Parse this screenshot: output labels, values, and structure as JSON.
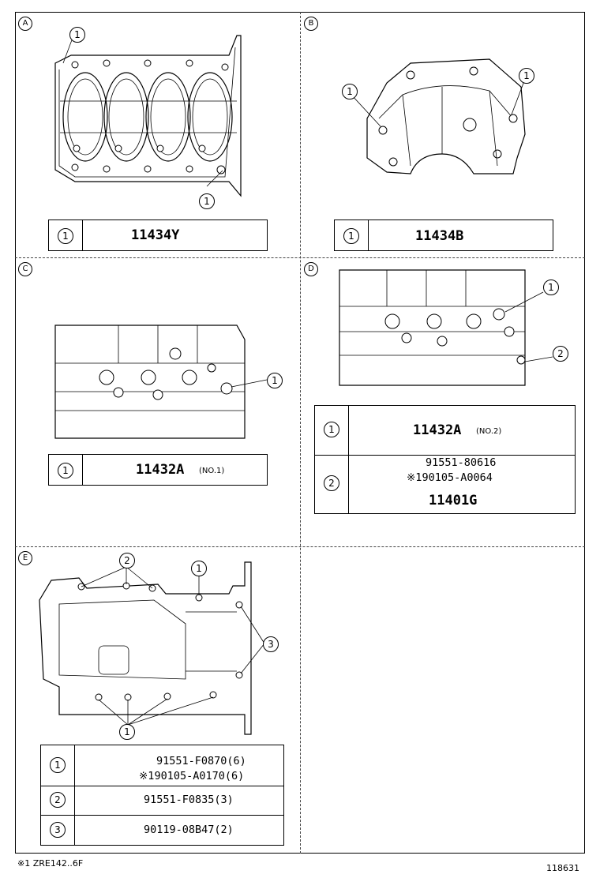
{
  "panels": {
    "A": {
      "letter": "A",
      "callouts": [
        "1",
        "1"
      ],
      "legend": [
        {
          "num": "1",
          "part": "11434Y"
        }
      ]
    },
    "B": {
      "letter": "B",
      "callouts": [
        "1",
        "1"
      ],
      "legend": [
        {
          "num": "1",
          "part": "11434B"
        }
      ]
    },
    "C": {
      "letter": "C",
      "callouts": [
        "1"
      ],
      "legend": [
        {
          "num": "1",
          "part": "11432A",
          "note": "(NO.1)"
        }
      ]
    },
    "D": {
      "letter": "D",
      "callouts": [
        "1",
        "2"
      ],
      "legend": [
        {
          "num": "1",
          "part": "11432A",
          "note": "(NO.2)"
        },
        {
          "num": "2",
          "lines": [
            "91551-80616",
            "※190105-A0064",
            "11401G"
          ]
        }
      ]
    },
    "E": {
      "letter": "E",
      "callouts": [
        "2",
        "1",
        "3",
        "1"
      ],
      "legend": [
        {
          "num": "1",
          "lines": [
            "91551-F0870(6)",
            "※190105-A0170(6)"
          ]
        },
        {
          "num": "2",
          "lines": [
            "91551-F0835(3)"
          ]
        },
        {
          "num": "3",
          "lines": [
            "90119-08B47(2)"
          ]
        }
      ]
    }
  },
  "footnote": "※1 ZRE142..6F",
  "illustration_number": "118631"
}
